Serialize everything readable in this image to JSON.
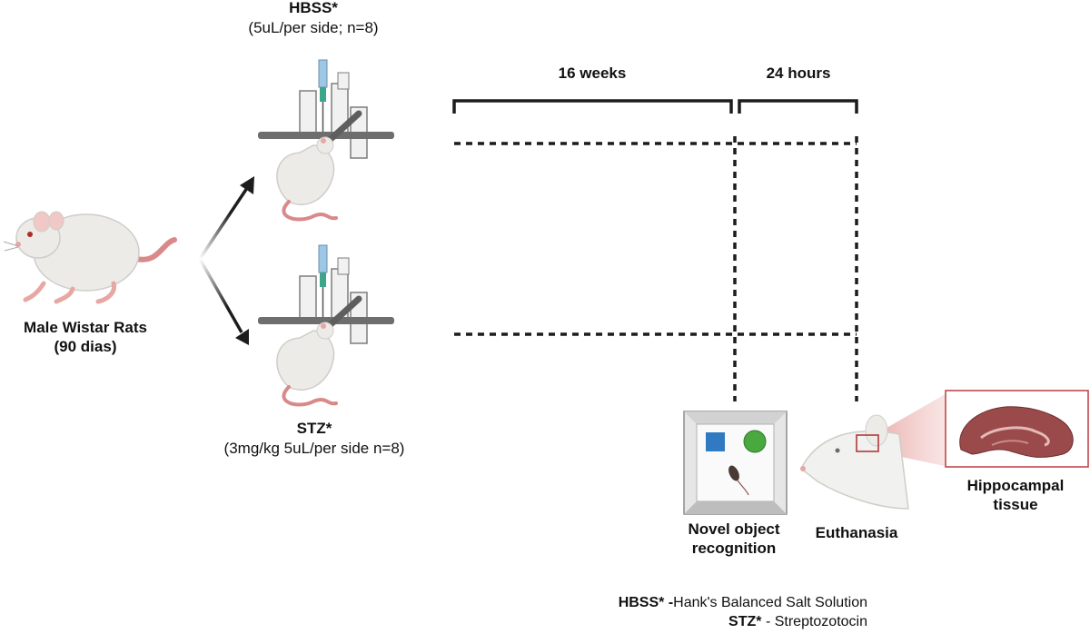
{
  "groups": {
    "hbss": {
      "name": "HBSS*",
      "dose": "(5uL/per side; n=8)"
    },
    "stz": {
      "name": "STZ*",
      "dose": "(3mg/kg 5uL/per side n=8)"
    }
  },
  "subjects": {
    "line1": "Male Wistar Rats",
    "line2": "(90 dias)"
  },
  "timeline": {
    "period1": "16 weeks",
    "period2": "24 hours"
  },
  "tests": {
    "nor_line1": "Novel object",
    "nor_line2": "recognition",
    "euthanasia": "Euthanasia",
    "tissue_line1": "Hippocampal",
    "tissue_line2": "tissue"
  },
  "legend": {
    "hbss_abbr": "HBSS* -",
    "hbss_full": "Hank's Balanced Salt Solution",
    "stz_abbr": "STZ*",
    "stz_full": " - Streptozotocin"
  },
  "colors": {
    "rat_body": "#ecebe8",
    "rat_pink": "#e7a7a4",
    "tail": "#d9898a",
    "arrow": "#1c1c1c",
    "bracket": "#1c1c1c",
    "brain_frame": "#c0474c",
    "brain_tissue": "#9a4a4a",
    "box_blue": "#2f7ac0",
    "object_green": "#49a83e"
  },
  "icons": [
    "rat-icon",
    "stereotaxic-frame-icon",
    "syringe-icon",
    "arena-icon",
    "rat-head-icon",
    "hippocampus-icon"
  ]
}
